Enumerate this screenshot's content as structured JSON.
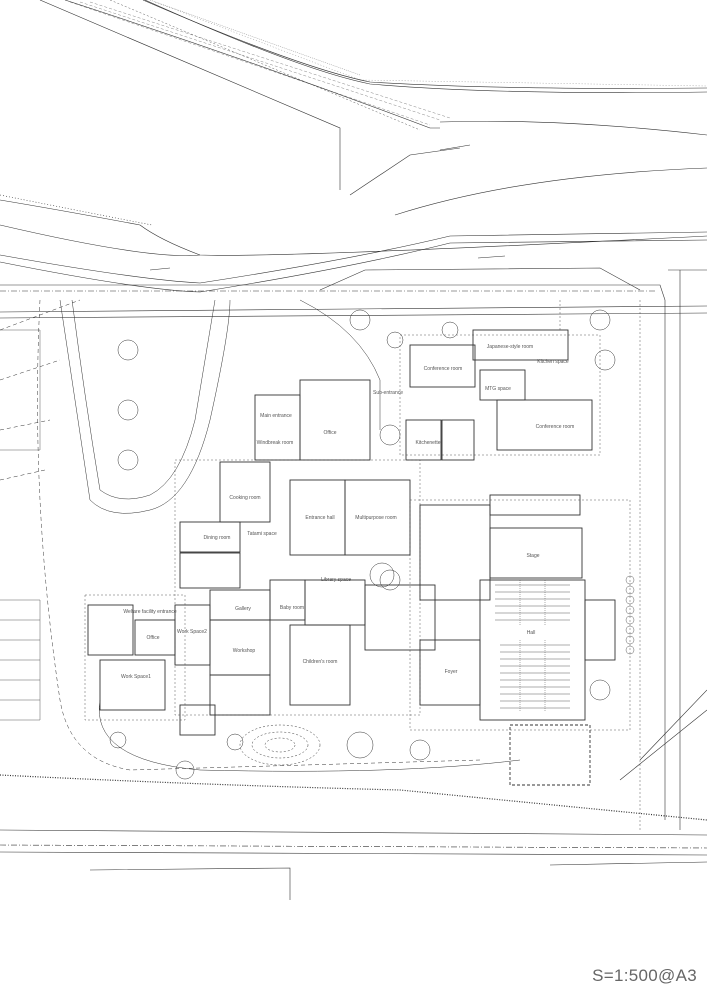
{
  "drawing": {
    "scale_label": "S=1:500@A3",
    "line_color": "#333333",
    "rooms": {
      "japanese_style_room": "Japanese-style room",
      "kitchen_space": "Kitchen space",
      "conference_room_north": "Conference room",
      "sub_entrance": "Sub-entrance",
      "mtg_space": "MTG space",
      "conference_room_east": "Conference room",
      "main_entrance": "Main entrance",
      "windbreak_room": "Windbreak room",
      "office_main": "Office",
      "kitchenette": "Kitchenette",
      "cooking_room": "Cooking room",
      "tatami_space": "Tatami space",
      "dining_room": "Dining room",
      "entrance_hall": "Entrance hall",
      "multipurpose_room": "Multipurpose room",
      "library_space": "Library space",
      "gallery": "Gallery",
      "baby_room": "Baby room",
      "welfare_facility_entrance": "Welfare facility entrance",
      "work_space_2": "Work Space2",
      "office_welfare": "Office",
      "workshop": "Workshop",
      "childrens_room": "Children's room",
      "work_space_1": "Work Space1",
      "stage": "Stage",
      "hall": "Hall",
      "foyer": "Foyer"
    }
  }
}
